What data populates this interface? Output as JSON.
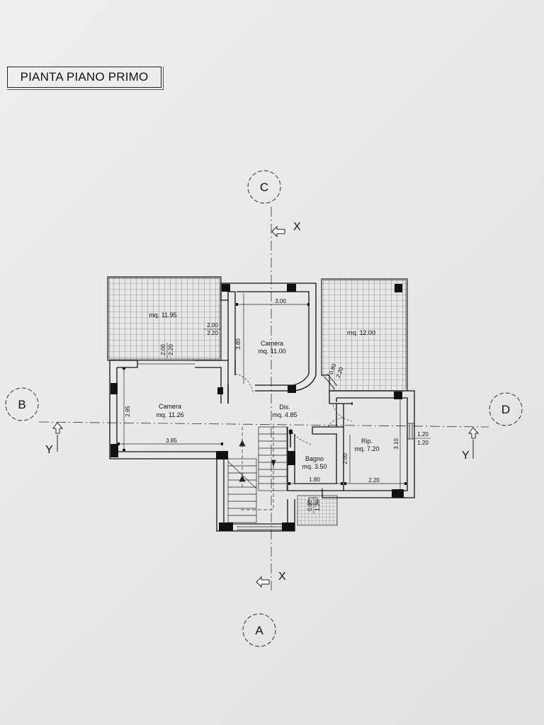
{
  "title": "PIANTA PIANO PRIMO",
  "axes": {
    "a": "A",
    "b": "B",
    "c": "C",
    "d": "D"
  },
  "section_marks": {
    "x_top": "X",
    "x_bottom": "X",
    "y_left": "Y",
    "y_right": "Y"
  },
  "rooms": {
    "terrace_left": {
      "area": "mq. 11.95"
    },
    "terrace_right": {
      "area": "mq. 12.00"
    },
    "camera_top": {
      "name": "Camera",
      "area": "mq. 11.00"
    },
    "camera_left": {
      "name": "Camera",
      "area": "mq. 11.26"
    },
    "disimpegno": {
      "name": "Dis.",
      "area": "mq. 4.85"
    },
    "bagno": {
      "name": "Bagno",
      "area": "mq. 3.50"
    },
    "ripostiglio": {
      "name": "Rip.",
      "area": "mq. 7.20"
    }
  },
  "dimensions": {
    "camera_top_width": "3.00",
    "camera_top_depth": "3.80",
    "window_top_left_a": "2.00",
    "window_top_left_b": "2.20",
    "window_left_a": "2.00",
    "window_left_b": "2.20",
    "door_right_a": "0.80",
    "door_right_b": "2.20",
    "camera_left_height": "2.95",
    "camera_left_width": "3.85",
    "bagno_width": "1.80",
    "bagno_height": "2.00",
    "rip_width": "2.20",
    "rip_height": "3.10",
    "window_rip_a": "1.20",
    "window_rip_b": "1.20",
    "bagno_window_a": "0.60",
    "bagno_window_b": "1.20"
  }
}
